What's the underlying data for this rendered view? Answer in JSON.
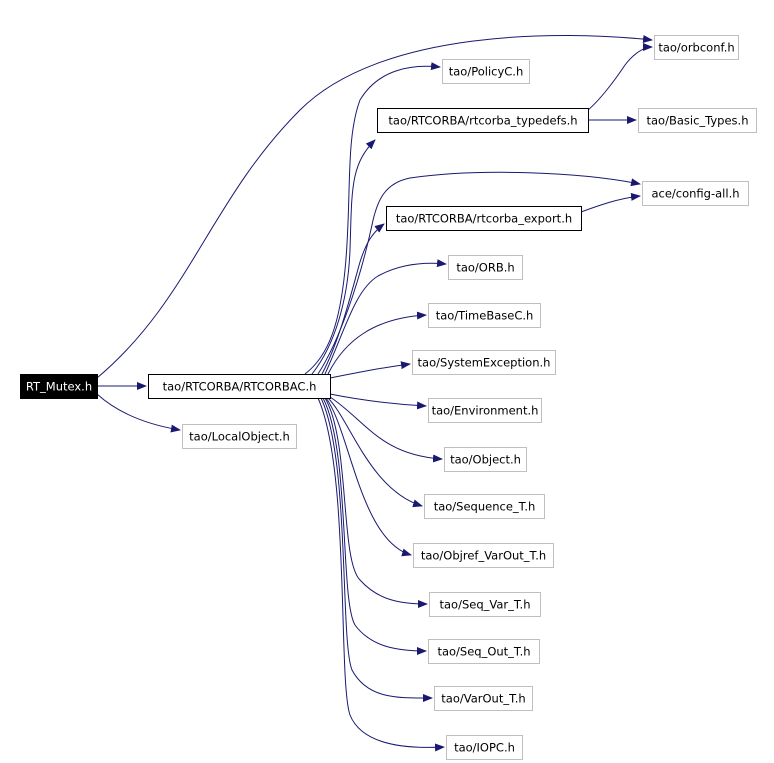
{
  "colors": {
    "edge": "#191970",
    "root_fill": "#000000",
    "root_text": "#ffffff",
    "documented_border": "#000000",
    "external_border": "#bfbfbf",
    "text": "#000000"
  },
  "nodes": [
    {
      "id": "rt_mutex",
      "label": "RT_Mutex.h",
      "kind": "root"
    },
    {
      "id": "rtcorbac",
      "label": "tao/RTCORBA/RTCORBAC.h",
      "kind": "documented"
    },
    {
      "id": "localobject",
      "label": "tao/LocalObject.h",
      "kind": "external"
    },
    {
      "id": "orbconf",
      "label": "tao/orbconf.h",
      "kind": "external"
    },
    {
      "id": "policyc",
      "label": "tao/PolicyC.h",
      "kind": "external"
    },
    {
      "id": "rtcorba_typedefs",
      "label": "tao/RTCORBA/rtcorba_typedefs.h",
      "kind": "documented"
    },
    {
      "id": "basic_types",
      "label": "tao/Basic_Types.h",
      "kind": "external"
    },
    {
      "id": "config_all",
      "label": "ace/config-all.h",
      "kind": "external"
    },
    {
      "id": "rtcorba_export",
      "label": "tao/RTCORBA/rtcorba_export.h",
      "kind": "documented"
    },
    {
      "id": "orb",
      "label": "tao/ORB.h",
      "kind": "external"
    },
    {
      "id": "timebasec",
      "label": "tao/TimeBaseC.h",
      "kind": "external"
    },
    {
      "id": "systemexception",
      "label": "tao/SystemException.h",
      "kind": "external"
    },
    {
      "id": "environment",
      "label": "tao/Environment.h",
      "kind": "external"
    },
    {
      "id": "object",
      "label": "tao/Object.h",
      "kind": "external"
    },
    {
      "id": "sequence_t",
      "label": "tao/Sequence_T.h",
      "kind": "external"
    },
    {
      "id": "objref_varout_t",
      "label": "tao/Objref_VarOut_T.h",
      "kind": "external"
    },
    {
      "id": "seq_var_t",
      "label": "tao/Seq_Var_T.h",
      "kind": "external"
    },
    {
      "id": "seq_out_t",
      "label": "tao/Seq_Out_T.h",
      "kind": "external"
    },
    {
      "id": "varout_t",
      "label": "tao/VarOut_T.h",
      "kind": "external"
    },
    {
      "id": "iopc",
      "label": "tao/IOPC.h",
      "kind": "external"
    }
  ],
  "edges": [
    {
      "from": "rt_mutex",
      "to": "orbconf"
    },
    {
      "from": "rt_mutex",
      "to": "rtcorbac"
    },
    {
      "from": "rt_mutex",
      "to": "localobject"
    },
    {
      "from": "rtcorbac",
      "to": "policyc"
    },
    {
      "from": "rtcorbac",
      "to": "rtcorba_typedefs"
    },
    {
      "from": "rtcorbac",
      "to": "config_all"
    },
    {
      "from": "rtcorbac",
      "to": "rtcorba_export"
    },
    {
      "from": "rtcorbac",
      "to": "orb"
    },
    {
      "from": "rtcorbac",
      "to": "timebasec"
    },
    {
      "from": "rtcorbac",
      "to": "systemexception"
    },
    {
      "from": "rtcorbac",
      "to": "environment"
    },
    {
      "from": "rtcorbac",
      "to": "object"
    },
    {
      "from": "rtcorbac",
      "to": "sequence_t"
    },
    {
      "from": "rtcorbac",
      "to": "objref_varout_t"
    },
    {
      "from": "rtcorbac",
      "to": "seq_var_t"
    },
    {
      "from": "rtcorbac",
      "to": "seq_out_t"
    },
    {
      "from": "rtcorbac",
      "to": "varout_t"
    },
    {
      "from": "rtcorbac",
      "to": "iopc"
    },
    {
      "from": "rtcorba_typedefs",
      "to": "orbconf"
    },
    {
      "from": "rtcorba_typedefs",
      "to": "basic_types"
    },
    {
      "from": "rtcorba_export",
      "to": "config_all"
    }
  ]
}
